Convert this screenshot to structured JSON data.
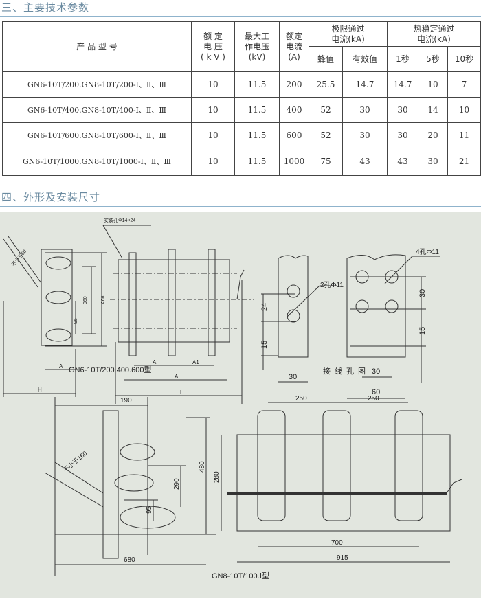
{
  "section3_title": "三、主要技术参数",
  "section4_title": "四、外形及安装尺寸",
  "table": {
    "headers": {
      "model": "产 品 型 号",
      "rated_voltage": [
        "额 定",
        "电 压",
        "( k V )"
      ],
      "max_voltage": [
        "最大工",
        "作电压",
        "(kV)"
      ],
      "rated_current": [
        "额定",
        "电流",
        "(A)"
      ],
      "limit_current": [
        "极限通过",
        "电流(kA)"
      ],
      "thermal_current": [
        "热稳定通过",
        "电流(kA)"
      ],
      "sub": [
        "蜂值",
        "有效值",
        "1秒",
        "5秒",
        "10秒"
      ]
    },
    "rows": [
      [
        "GN6-10T/200.GN8-10T/200-Ⅰ、Ⅱ、Ⅲ",
        "10",
        "11.5",
        "200",
        "25.5",
        "14.7",
        "14.7",
        "10",
        "7"
      ],
      [
        "GN6-10T/400.GN8-10T/400-Ⅰ、Ⅱ、Ⅲ",
        "10",
        "11.5",
        "400",
        "52",
        "30",
        "30",
        "14",
        "10"
      ],
      [
        "GN6-10T/600.GN8-10T/600-Ⅰ、Ⅱ、Ⅲ",
        "10",
        "11.5",
        "600",
        "52",
        "30",
        "30",
        "20",
        "11"
      ],
      [
        "GN6-10T/1000.GN8-10T/1000-Ⅰ、Ⅱ、Ⅲ",
        "10",
        "11.5",
        "1000",
        "75",
        "43",
        "43",
        "30",
        "21"
      ]
    ]
  },
  "drawings": {
    "top_left": {
      "hole_label": "安装孔Φ14×24",
      "min_label": "不小于60",
      "dims": [
        "960",
        "A66",
        "95",
        "A",
        "H",
        "A",
        "A1",
        "A",
        "L"
      ],
      "caption": "GN6-10T/200.400.600型"
    },
    "terminal": {
      "two_hole": "2孔Φ11",
      "four_hole": "4孔Φ11",
      "dims": [
        "24",
        "15",
        "30",
        "30",
        "15",
        "30",
        "60"
      ],
      "caption": "接线孔图"
    },
    "bottom": {
      "dims": [
        "190",
        "480",
        "290",
        "95",
        "280",
        "680",
        "250",
        "250",
        "700",
        "915"
      ],
      "min_label": "不小于160",
      "caption": "GN8-10T/100.Ⅰ型"
    }
  }
}
